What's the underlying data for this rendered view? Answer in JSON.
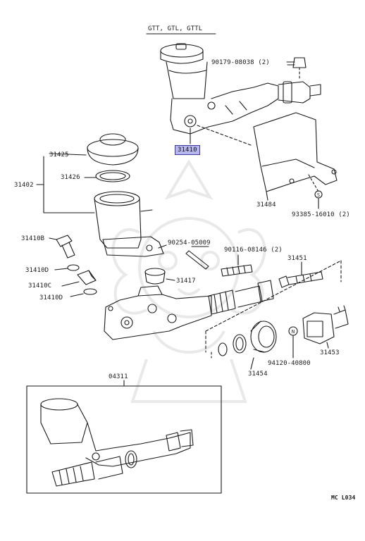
{
  "header": {
    "variant_label": "GTT, GTL, GTTL"
  },
  "callouts": {
    "p90179": "90179-08038 (2)",
    "p31410": "31410",
    "p31425": "31425",
    "p31426": "31426",
    "p31402": "31402",
    "p31484": "31484",
    "p93385": "93385-16010 (2)",
    "p90254": "90254-05009",
    "p90116": "90116-08146 (2)",
    "p31451": "31451",
    "p31410B": "31410B",
    "p31410D_a": "31410D",
    "p31410C": "31410C",
    "p31410D_b": "31410D",
    "p31417": "31417",
    "p31453": "31453",
    "p94120": "94120-40800",
    "p31454": "31454",
    "p04311": "04311"
  },
  "footer": {
    "code": "MC L034"
  },
  "colors": {
    "highlight": "#b7b7ee",
    "line": "#1a1a1a",
    "watermark": "#e9e9e9"
  }
}
